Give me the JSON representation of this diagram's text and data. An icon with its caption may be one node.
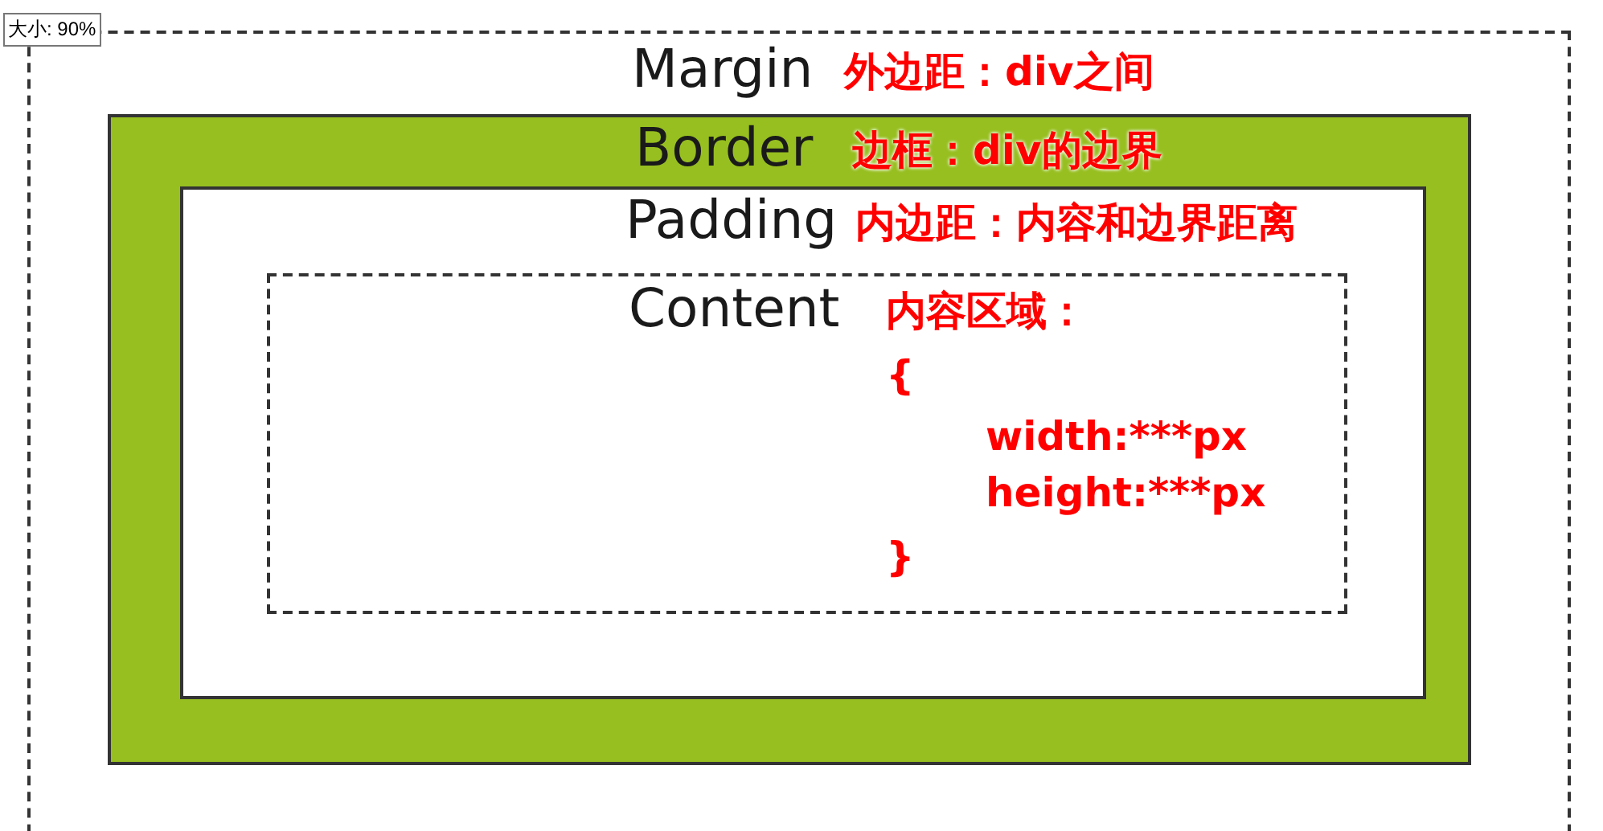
{
  "diagram": {
    "nodes": [
      {
        "text": [
          "Margin",
          "外边距：div之间"
        ]
      },
      {
        "text": [
          "Border",
          "边框：div的边界"
        ],
        "in": 0
      },
      {
        "text": [
          "Padding",
          "内边距：内容和边界距离"
        ],
        "in": 1
      },
      {
        "text": [
          "Content",
          "内容区域：",
          "{",
          "width:***px",
          "height:***px",
          "}"
        ],
        "in": 2
      }
    ],
    "labels": [
      "大小: 90%"
    ]
  }
}
